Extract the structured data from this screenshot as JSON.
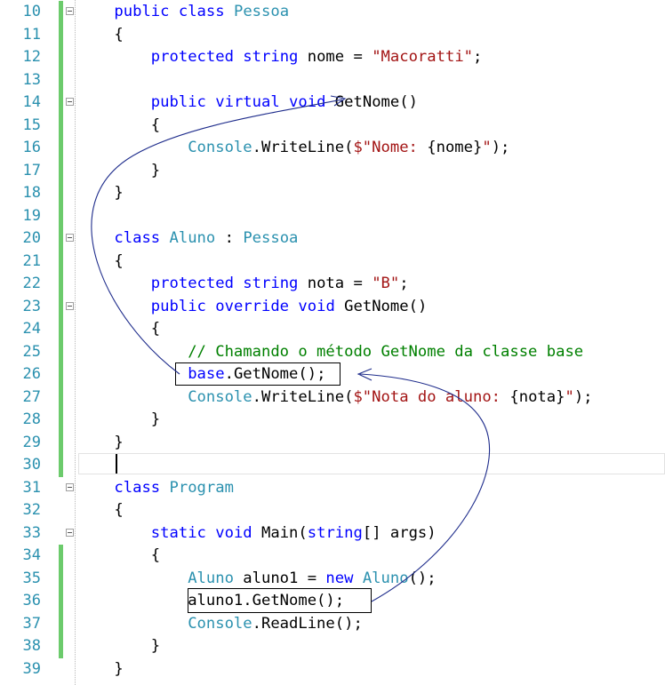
{
  "editor": {
    "colors": {
      "line_number": "#2B91AF",
      "keyword": "#0000FF",
      "type": "#2B91AF",
      "string": "#A31515",
      "comment": "#008000",
      "change_bar": "#6CCB6C"
    },
    "lines": [
      {
        "num": "10",
        "indent": 1,
        "fold": true,
        "changed": true,
        "tokens": [
          [
            "kw",
            "public"
          ],
          [
            "t",
            " "
          ],
          [
            "kw",
            "class"
          ],
          [
            "t",
            " "
          ],
          [
            "ty",
            "Pessoa"
          ]
        ]
      },
      {
        "num": "11",
        "indent": 1,
        "fold": false,
        "changed": true,
        "tokens": [
          [
            "t",
            "{"
          ]
        ]
      },
      {
        "num": "12",
        "indent": 2,
        "fold": false,
        "changed": true,
        "tokens": [
          [
            "kw",
            "protected"
          ],
          [
            "t",
            " "
          ],
          [
            "kw",
            "string"
          ],
          [
            "t",
            " nome = "
          ],
          [
            "st",
            "\"Macoratti\""
          ],
          [
            "t",
            ";"
          ]
        ]
      },
      {
        "num": "13",
        "indent": 0,
        "fold": false,
        "changed": true,
        "tokens": []
      },
      {
        "num": "14",
        "indent": 2,
        "fold": true,
        "changed": true,
        "tokens": [
          [
            "kw",
            "public"
          ],
          [
            "t",
            " "
          ],
          [
            "kw",
            "virtual"
          ],
          [
            "t",
            " "
          ],
          [
            "kw",
            "void"
          ],
          [
            "t",
            " GetNome()"
          ]
        ]
      },
      {
        "num": "15",
        "indent": 2,
        "fold": false,
        "changed": true,
        "tokens": [
          [
            "t",
            "{"
          ]
        ]
      },
      {
        "num": "16",
        "indent": 3,
        "fold": false,
        "changed": true,
        "tokens": [
          [
            "ty",
            "Console"
          ],
          [
            "t",
            ".WriteLine("
          ],
          [
            "st",
            "$\"Nome: "
          ],
          [
            "t",
            "{nome}"
          ],
          [
            "st",
            "\""
          ],
          [
            "t",
            ");"
          ]
        ]
      },
      {
        "num": "17",
        "indent": 2,
        "fold": false,
        "changed": true,
        "tokens": [
          [
            "t",
            "}"
          ]
        ]
      },
      {
        "num": "18",
        "indent": 1,
        "fold": false,
        "changed": true,
        "tokens": [
          [
            "t",
            "}"
          ]
        ]
      },
      {
        "num": "19",
        "indent": 0,
        "fold": false,
        "changed": true,
        "tokens": []
      },
      {
        "num": "20",
        "indent": 1,
        "fold": true,
        "changed": true,
        "tokens": [
          [
            "kw",
            "class"
          ],
          [
            "t",
            " "
          ],
          [
            "ty",
            "Aluno"
          ],
          [
            "t",
            " : "
          ],
          [
            "ty",
            "Pessoa"
          ]
        ]
      },
      {
        "num": "21",
        "indent": 1,
        "fold": false,
        "changed": true,
        "tokens": [
          [
            "t",
            "{"
          ]
        ]
      },
      {
        "num": "22",
        "indent": 2,
        "fold": false,
        "changed": true,
        "tokens": [
          [
            "kw",
            "protected"
          ],
          [
            "t",
            " "
          ],
          [
            "kw",
            "string"
          ],
          [
            "t",
            " nota = "
          ],
          [
            "st",
            "\"B\""
          ],
          [
            "t",
            ";"
          ]
        ]
      },
      {
        "num": "23",
        "indent": 2,
        "fold": true,
        "changed": true,
        "tokens": [
          [
            "kw",
            "public"
          ],
          [
            "t",
            " "
          ],
          [
            "kw",
            "override"
          ],
          [
            "t",
            " "
          ],
          [
            "kw",
            "void"
          ],
          [
            "t",
            " GetNome()"
          ]
        ]
      },
      {
        "num": "24",
        "indent": 2,
        "fold": false,
        "changed": true,
        "tokens": [
          [
            "t",
            "{"
          ]
        ]
      },
      {
        "num": "25",
        "indent": 3,
        "fold": false,
        "changed": true,
        "tokens": [
          [
            "cm",
            "// Chamando o método GetNome da classe base"
          ]
        ]
      },
      {
        "num": "26",
        "indent": 3,
        "fold": false,
        "changed": true,
        "tokens": [
          [
            "kw",
            "base"
          ],
          [
            "t",
            ".GetNome();"
          ]
        ]
      },
      {
        "num": "27",
        "indent": 3,
        "fold": false,
        "changed": true,
        "tokens": [
          [
            "ty",
            "Console"
          ],
          [
            "t",
            ".WriteLine("
          ],
          [
            "st",
            "$\"Nota do aluno: "
          ],
          [
            "t",
            "{nota}"
          ],
          [
            "st",
            "\""
          ],
          [
            "t",
            ");"
          ]
        ]
      },
      {
        "num": "28",
        "indent": 2,
        "fold": false,
        "changed": true,
        "tokens": [
          [
            "t",
            "}"
          ]
        ]
      },
      {
        "num": "29",
        "indent": 1,
        "fold": false,
        "changed": true,
        "tokens": [
          [
            "t",
            "}"
          ]
        ]
      },
      {
        "num": "30",
        "indent": 0,
        "fold": false,
        "changed": true,
        "tokens": []
      },
      {
        "num": "31",
        "indent": 1,
        "fold": true,
        "changed": false,
        "tokens": [
          [
            "kw",
            "class"
          ],
          [
            "t",
            " "
          ],
          [
            "ty",
            "Program"
          ]
        ]
      },
      {
        "num": "32",
        "indent": 1,
        "fold": false,
        "changed": false,
        "tokens": [
          [
            "t",
            "{"
          ]
        ]
      },
      {
        "num": "33",
        "indent": 2,
        "fold": true,
        "changed": false,
        "tokens": [
          [
            "kw",
            "static"
          ],
          [
            "t",
            " "
          ],
          [
            "kw",
            "void"
          ],
          [
            "t",
            " Main("
          ],
          [
            "kw",
            "string"
          ],
          [
            "t",
            "[] args)"
          ]
        ]
      },
      {
        "num": "34",
        "indent": 2,
        "fold": false,
        "changed": true,
        "tokens": [
          [
            "t",
            "{"
          ]
        ]
      },
      {
        "num": "35",
        "indent": 3,
        "fold": false,
        "changed": true,
        "tokens": [
          [
            "ty",
            "Aluno"
          ],
          [
            "t",
            " aluno1 = "
          ],
          [
            "kw",
            "new"
          ],
          [
            "t",
            " "
          ],
          [
            "ty",
            "Aluno"
          ],
          [
            "t",
            "();"
          ]
        ]
      },
      {
        "num": "36",
        "indent": 3,
        "fold": false,
        "changed": true,
        "tokens": [
          [
            "t",
            "aluno1.GetNome();"
          ]
        ]
      },
      {
        "num": "37",
        "indent": 3,
        "fold": false,
        "changed": true,
        "tokens": [
          [
            "ty",
            "Console"
          ],
          [
            "t",
            ".ReadLine();"
          ]
        ]
      },
      {
        "num": "38",
        "indent": 2,
        "fold": false,
        "changed": true,
        "tokens": [
          [
            "t",
            "}"
          ]
        ]
      },
      {
        "num": "39",
        "indent": 1,
        "fold": false,
        "changed": false,
        "tokens": [
          [
            "t",
            "}"
          ]
        ]
      }
    ]
  }
}
